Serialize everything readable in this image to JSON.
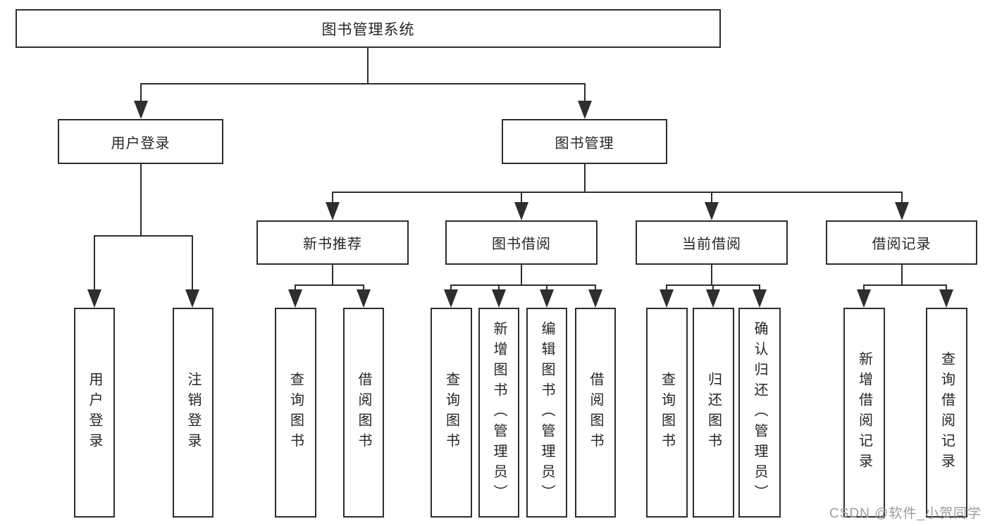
{
  "root": {
    "label": "图书管理系统"
  },
  "branches": [
    {
      "label": "用户登录",
      "leaves": [
        {
          "label": "用户登录"
        },
        {
          "label": "注销登录"
        }
      ]
    },
    {
      "label": "图书管理",
      "groups": [
        {
          "label": "新书推荐",
          "leaves": [
            {
              "label": "查询图书"
            },
            {
              "label": "借阅图书"
            }
          ]
        },
        {
          "label": "图书借阅",
          "leaves": [
            {
              "label": "查询图书"
            },
            {
              "label": "新增图书（管理员）"
            },
            {
              "label": "编辑图书（管理员）"
            },
            {
              "label": "借阅图书"
            }
          ]
        },
        {
          "label": "当前借阅",
          "leaves": [
            {
              "label": "查询图书"
            },
            {
              "label": "归还图书"
            },
            {
              "label": "确认归还（管理员）"
            }
          ]
        },
        {
          "label": "借阅记录",
          "leaves": [
            {
              "label": "新增借阅记录"
            },
            {
              "label": "查询借阅记录"
            }
          ]
        }
      ]
    }
  ],
  "watermark": "CSDN @软件_小贺同学",
  "colors": {
    "line": "#2e2e2e",
    "text": "#262626",
    "watermark": "#9c9c9c",
    "background": "#ffffff"
  }
}
